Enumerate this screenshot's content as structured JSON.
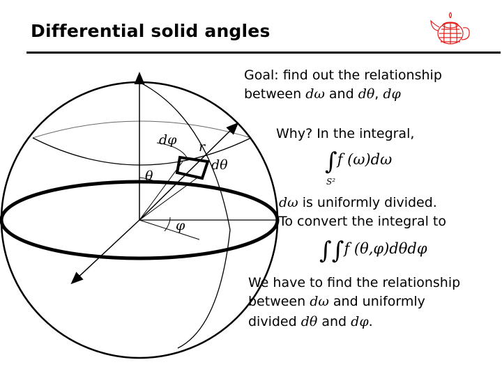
{
  "title": "Differential solid angles",
  "goal": {
    "line1": "Goal: find out the relationship",
    "line2_prefix": "between ",
    "line2_dw": "dω",
    "line2_and": " and ",
    "line2_dtheta": "dθ",
    "line2_comma": ", ",
    "line2_dphi": "dφ"
  },
  "why": "Why? In the integral,",
  "integral1": {
    "sign": "∫",
    "body": "f (ω)dω",
    "domain": "S²"
  },
  "uniform": {
    "dw": "dω",
    "line1_rest": " is uniformly divided.",
    "line2": "To convert the integral to"
  },
  "integral2": {
    "sign": "∫∫",
    "body": "f (θ,φ)dθdφ"
  },
  "conclusion": {
    "line1": "We have to find the relationship",
    "line2_prefix": "between ",
    "line2_dw": "dω",
    "line2_rest": " and uniformly",
    "line3_prefix": "divided ",
    "line3_dtheta": "dθ",
    "line3_and": " and ",
    "line3_dphi": "dφ",
    "line3_end": "."
  },
  "diagram_labels": {
    "dphi": "dφ",
    "r": "r",
    "dtheta": "dθ",
    "theta": "θ",
    "phi": "φ"
  },
  "icons": {
    "logo": "teapot-logo-icon"
  },
  "colors": {
    "logo": "#e0201c"
  }
}
